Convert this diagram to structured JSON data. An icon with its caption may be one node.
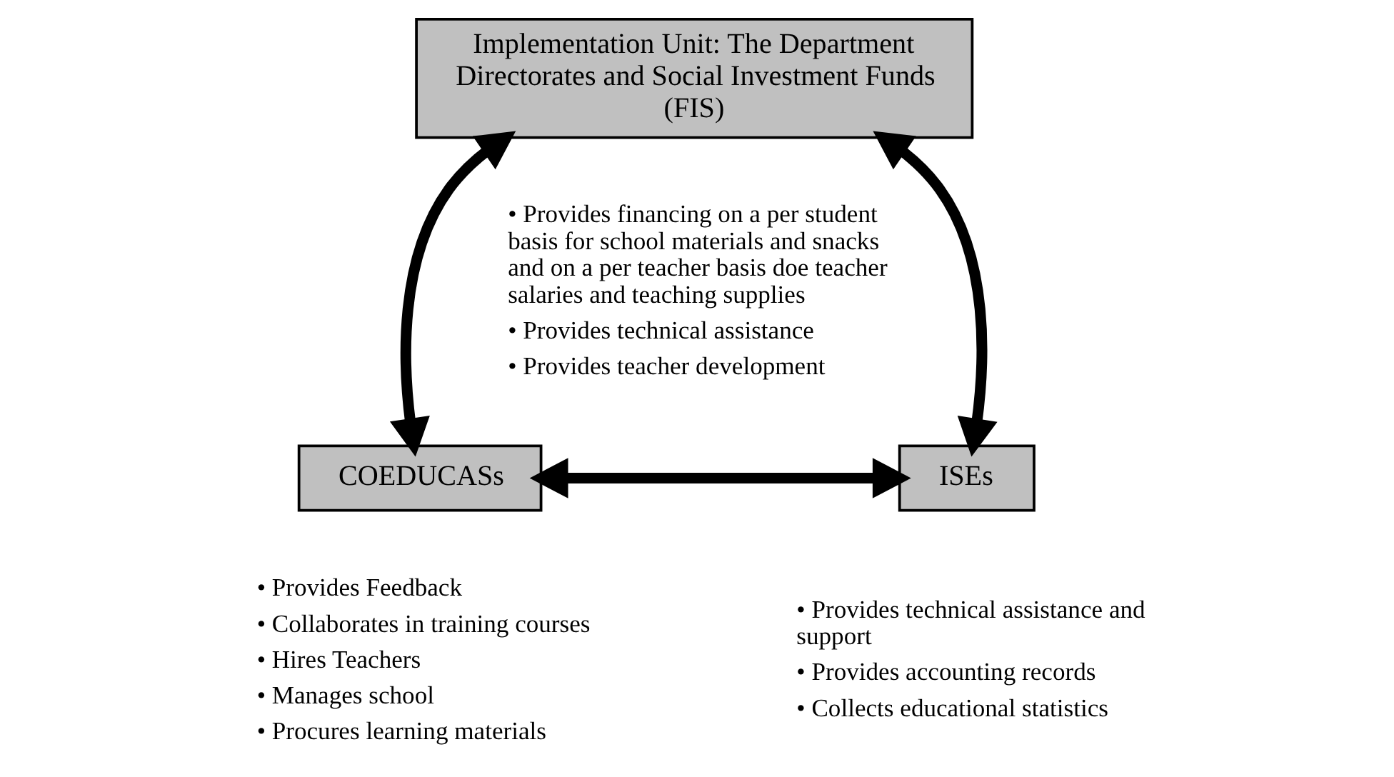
{
  "diagram": {
    "nodes": [
      {
        "text": [
          "Implementation Unit: The Department Directorates and Social Investment Funds (FIS)"
        ],
        "beside": [
          "• Provides financing on a per student basis for school materials and snacks and on a per teacher basis doe teacher salaries and teaching supplies",
          "• Provides technical assistance",
          "• Provides teacher development"
        ]
      },
      {
        "text": [
          "COEDUCASs"
        ],
        "beside": [
          "• Provides Feedback",
          "• Collaborates in training courses",
          "• Hires Teachers",
          "• Manages school",
          "• Procures learning materials"
        ]
      },
      {
        "text": [
          "ISEs"
        ],
        "beside": [
          "• Provides technical assistance and support",
          "• Provides accounting records",
          "• Collects educational statistics"
        ]
      }
    ],
    "edges": [
      {
        "from": 0,
        "to": 1,
        "arrow": "both"
      },
      {
        "from": 1,
        "to": 2,
        "arrow": "both"
      },
      {
        "from": 0,
        "to": 2,
        "arrow": "both"
      }
    ]
  }
}
